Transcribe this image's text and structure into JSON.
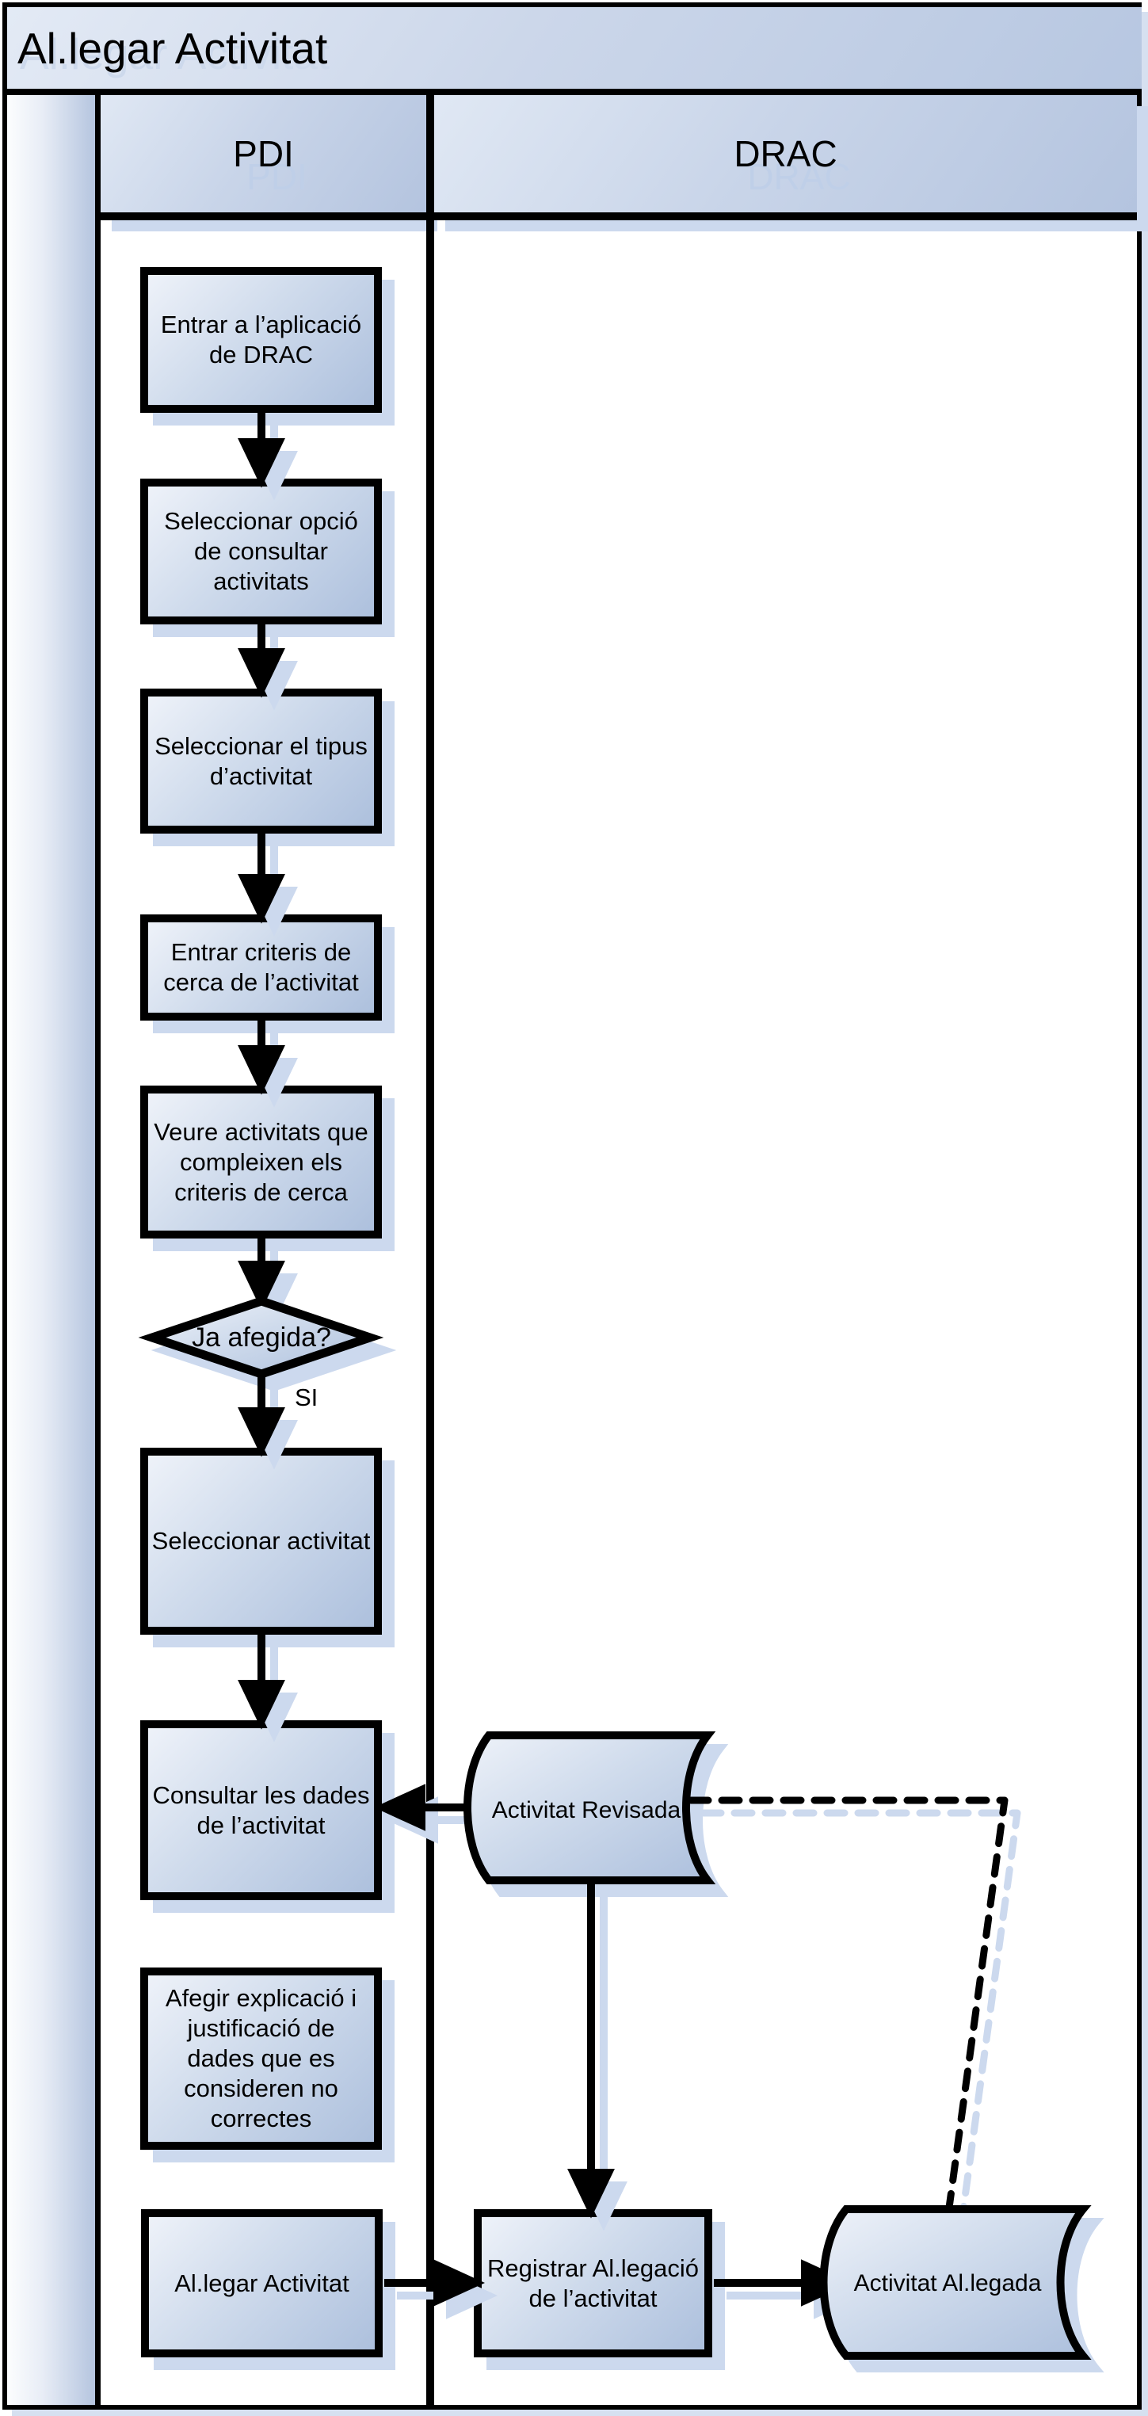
{
  "diagram_title": "Al.legar Activitat",
  "diagram_type": "swimlane-flowchart",
  "lanes": [
    {
      "label": "PDI"
    },
    {
      "label": "DRAC"
    }
  ],
  "pdi_steps": [
    {
      "label": "Entrar a l’aplicació de DRAC"
    },
    {
      "label": "Seleccionar opció de consultar activitats"
    },
    {
      "label": "Seleccionar el tipus d’activitat"
    },
    {
      "label": "Entrar criteris de cerca de l’activitat"
    },
    {
      "label": "Veure activitats que compleixen els criteris de cerca"
    },
    {
      "label": "Seleccionar activitat"
    },
    {
      "label": "Consultar les dades de l’activitat"
    },
    {
      "label": "Afegir explicació i justificació de dades que es consideren no correctes"
    },
    {
      "label": "Al.legar Activitat"
    }
  ],
  "decision": {
    "label": "Ja afegida?",
    "branch_label": "SI"
  },
  "drac_steps": [
    {
      "label": "Registrar Al.legació de l’activitat"
    }
  ],
  "datastores": [
    {
      "label": "Activitat Revisada"
    },
    {
      "label": "Activitat Al.legada"
    }
  ],
  "colors": {
    "border": "#000000",
    "shape_fill_light": "#eef2f9",
    "shape_fill_dark": "#adc0dd",
    "shadow": "#ccd9ee",
    "ghost_text": "#bfcfe8",
    "background": "#ffffff"
  }
}
